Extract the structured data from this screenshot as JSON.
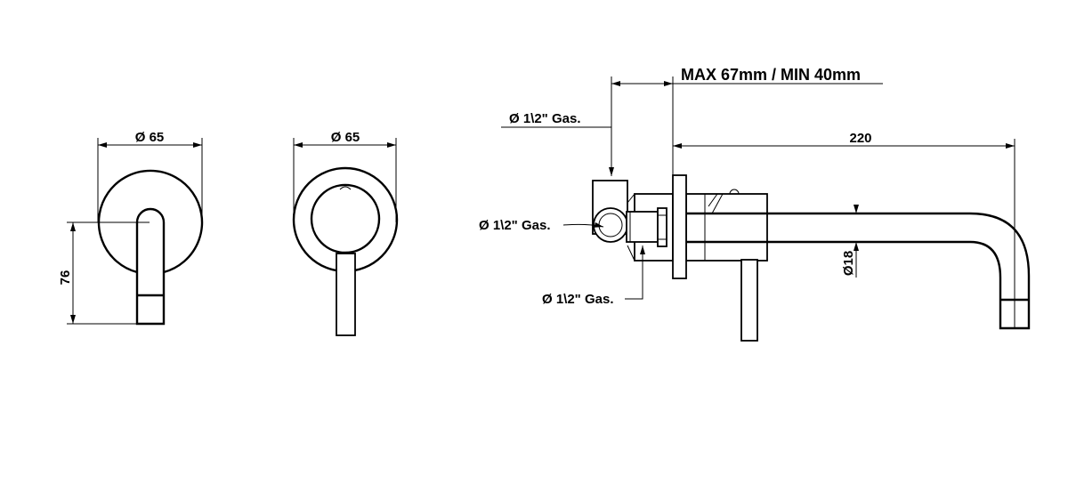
{
  "front_view": {
    "diameter_label": "Ø  65",
    "height_label": "76"
  },
  "handle_view": {
    "diameter_label": "Ø  65"
  },
  "side_view": {
    "wall_depth_label": "MAX 67mm / MIN 40mm",
    "top_connection_label": "Ø 1\\2\" Gas.",
    "side_connection_label": "Ø 1\\2\" Gas.",
    "bottom_connection_label": "Ø 1\\2\" Gas.",
    "spout_length_label": "220",
    "spout_diameter_label": "Ø18"
  }
}
